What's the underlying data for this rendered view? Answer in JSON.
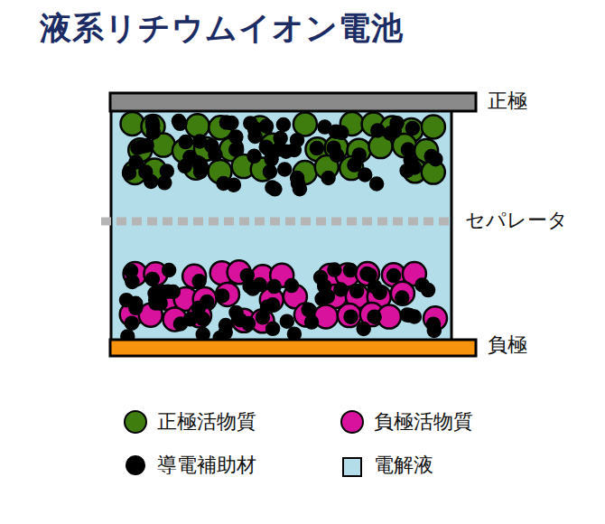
{
  "diagram": {
    "title": "液系リチウムイオン電池",
    "labels": [
      "正極",
      "セパレータ",
      "負極"
    ],
    "legend": [
      {
        "text": "正極活物質",
        "color": "#3f7d0f"
      },
      {
        "text": "負極活物質",
        "color": "#d8129c"
      },
      {
        "text": "導電補助材",
        "color": "#000000"
      },
      {
        "text": "電解液",
        "color": "#b3dde9"
      }
    ]
  }
}
